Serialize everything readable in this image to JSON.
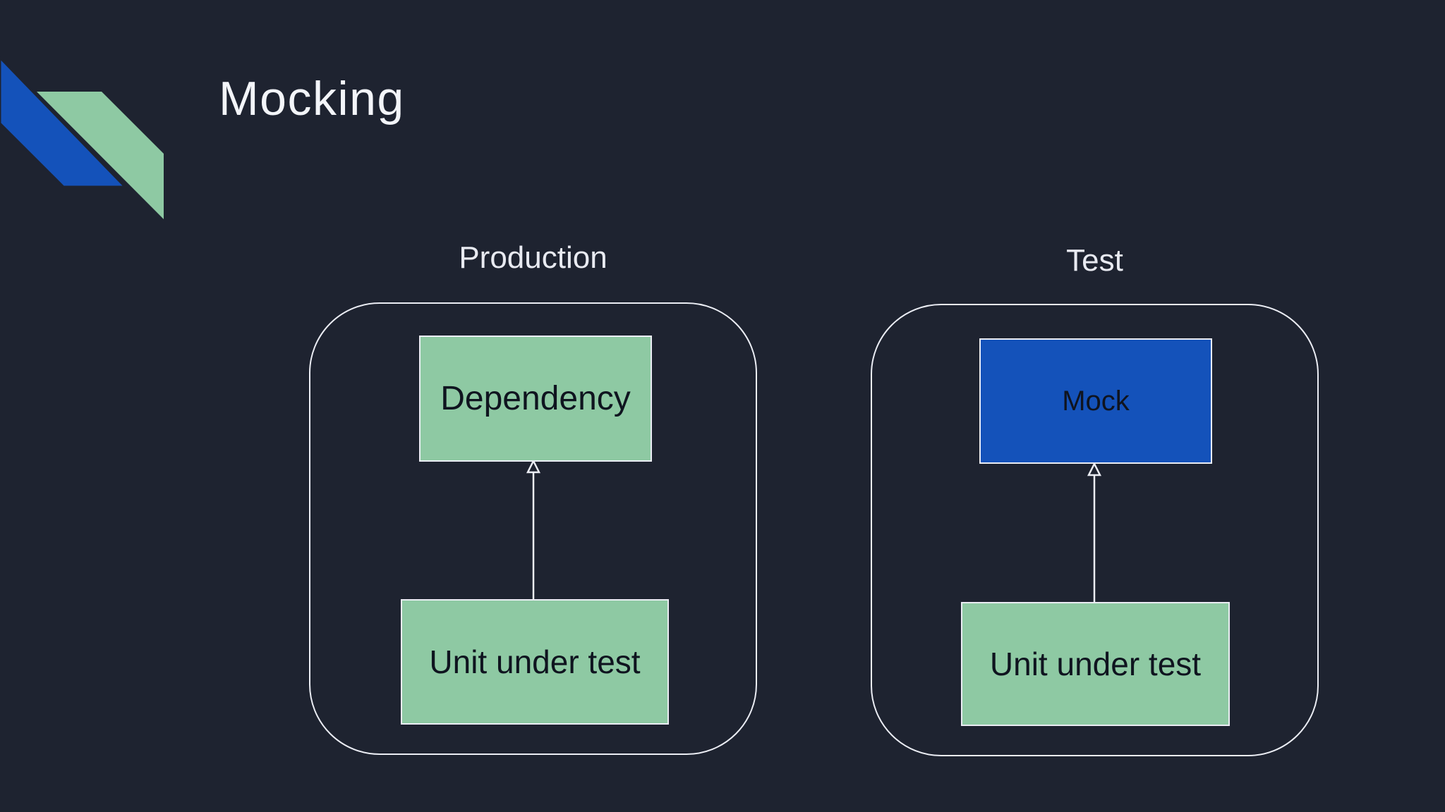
{
  "slide": {
    "title": "Mocking"
  },
  "colors": {
    "background": "#1E2330",
    "accent_blue": "#1452BA",
    "accent_green": "#8EC9A3",
    "outline": "#EBEDF4",
    "box_text": "#0F141F",
    "label_text": "#E8EAF1",
    "title_text": "#F3F5F9"
  },
  "panels": [
    {
      "id": "production",
      "label": "Production",
      "boxes": [
        {
          "id": "dependency",
          "label": "Dependency",
          "color": "green"
        },
        {
          "id": "unit-under-test",
          "label": "Unit under test",
          "color": "green"
        }
      ],
      "arrow": {
        "from": "Unit under test",
        "to": "Dependency",
        "style": "open-triangle-up"
      }
    },
    {
      "id": "test",
      "label": "Test",
      "boxes": [
        {
          "id": "mock",
          "label": "Mock",
          "color": "blue"
        },
        {
          "id": "unit-under-test",
          "label": "Unit under test",
          "color": "green"
        }
      ],
      "arrow": {
        "from": "Unit under test",
        "to": "Mock",
        "style": "open-triangle-up"
      }
    }
  ]
}
